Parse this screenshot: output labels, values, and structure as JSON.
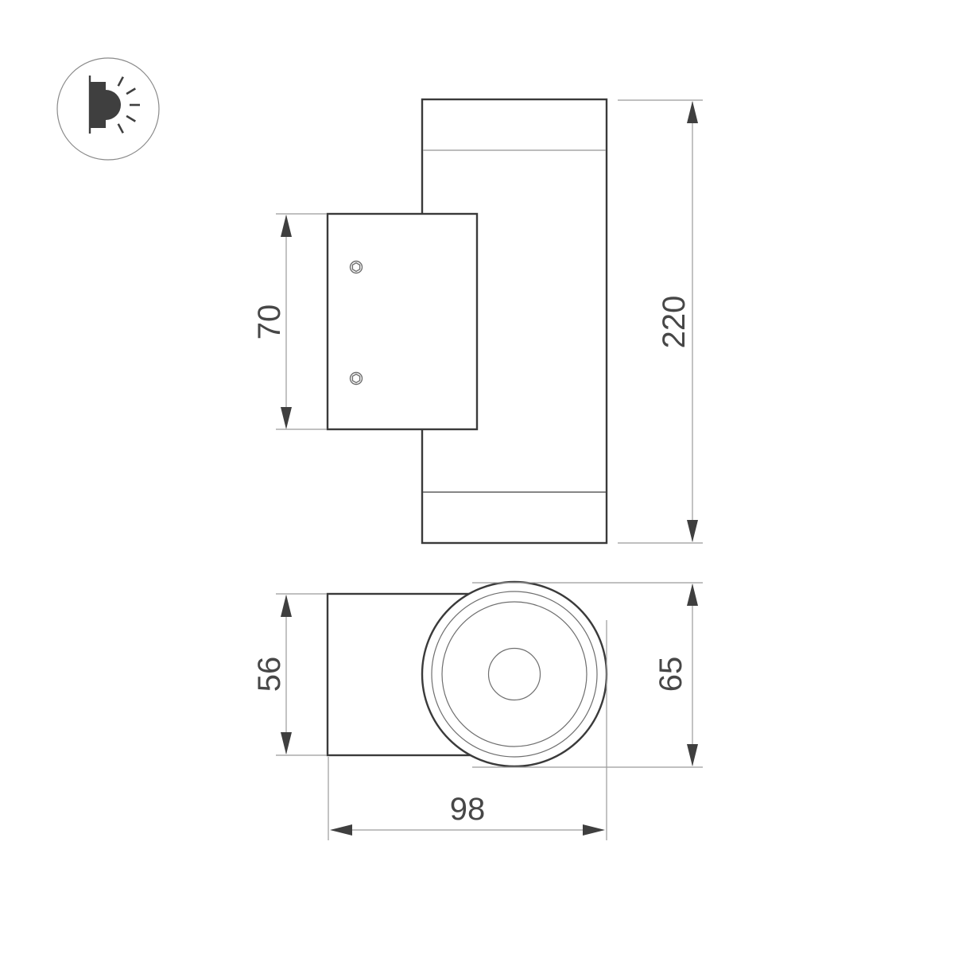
{
  "logo": {
    "icon": "wall-lamp-icon"
  },
  "drawing": {
    "front_view": {
      "dim_bracket_height": {
        "value": "70"
      },
      "dim_overall_height": {
        "value": "220"
      }
    },
    "top_view": {
      "dim_body_depth": {
        "value": "56"
      },
      "dim_body_diameter": {
        "value": "65"
      },
      "dim_overall_depth": {
        "value": "98"
      }
    }
  },
  "colors": {
    "background": "#ffffff",
    "outline": "#3a3a3a",
    "cap_line_top": "#a6a6a6",
    "cap_line_bottom": "#5f5f5f",
    "detail_line": "#6f6f6f",
    "dim_line": "#9b9b9b",
    "arrow": "#3f3f3f",
    "dim_text": "#474747",
    "logo": "#3f3f3f",
    "logo_ring": "#8a8a8a"
  }
}
